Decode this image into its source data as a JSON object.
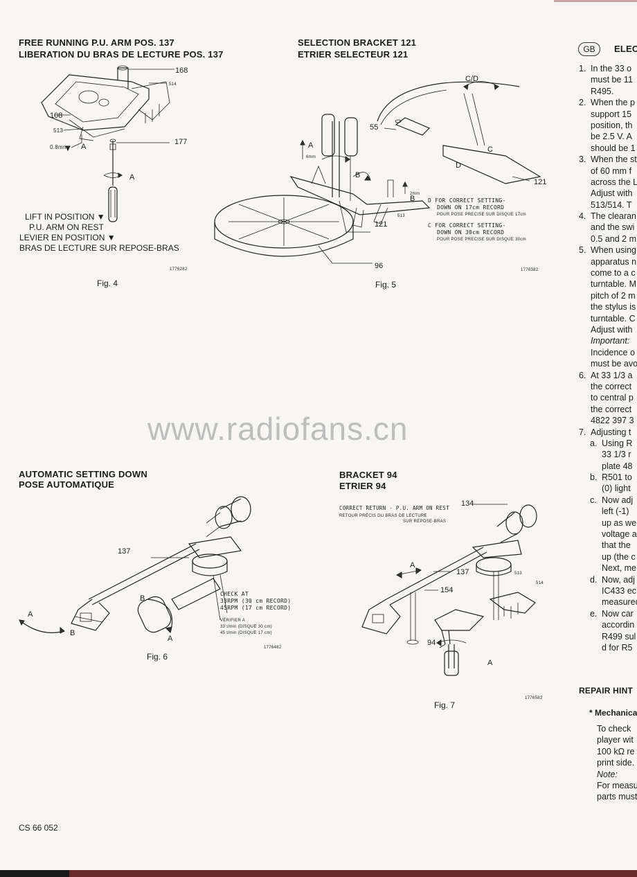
{
  "watermark": "www.radiofans.cn",
  "doc_code": "CS 66 052",
  "fig4": {
    "heading1": "FREE RUNNING P.U. ARM POS. 137",
    "heading2": "LIBERATION DU BRAS DE LECTURE POS. 137",
    "labels": {
      "l168": "168",
      "l514": "514",
      "l108": "108",
      "l513": "513",
      "l08": "0.8mm",
      "lA1": "A",
      "l177": "177",
      "lA2": "A"
    },
    "notes": [
      "LIFT IN POSITION ▼",
      "P.U. ARM ON REST",
      "LEVIER EN POSITION ▼",
      "BRAS DE LECTURE SUR REPOSE-BRAS"
    ],
    "code": "1776282",
    "caption": "Fig. 4"
  },
  "fig5": {
    "heading1": "SELECTION BRACKET 121",
    "heading2": "ETRIER SELECTEUR 121",
    "labels": {
      "cd": "C/D",
      "l55": "55",
      "lC": "C",
      "lD": "D",
      "l121a": "121",
      "lA": "A",
      "l6mm": "6mm",
      "lB1": "B",
      "l2mm": "2mm",
      "lB2": "B",
      "l513": "513",
      "l121b": "121",
      "l96": "96"
    },
    "noteD": [
      "D FOR CORRECT SETTING-",
      "DOWN ON 17cm RECORD",
      "POUR POSE PRECISE SUR DISQUE 17cm"
    ],
    "noteC": [
      "C FOR CORRECT SETTING-",
      "DOWN ON 30cm RECORD",
      "POUR POSE PRECISE SUR DISQUE 30cm"
    ],
    "code": "1776382",
    "caption": "Fig. 5"
  },
  "fig6": {
    "heading1": "AUTOMATIC SETTING DOWN",
    "heading2": "POSE AUTOMATIQUE",
    "labels": {
      "l137": "137",
      "lA1": "A",
      "lB1": "B",
      "lB2": "B",
      "lA2": "A"
    },
    "check": [
      "CHECK AT",
      "33RPM (30 cm RECORD)",
      "45RPM (17 cm RECORD)"
    ],
    "verify": [
      "VÉRIFIER A",
      "33 t/min (DISQUE 30 cm)",
      "45 t/min (DISQUE 17 cm)"
    ],
    "code": "1776482",
    "caption": "Fig. 6"
  },
  "fig7": {
    "heading1": "BRACKET 94",
    "heading2": "ETRIER 94",
    "labels": {
      "l134": "134",
      "l137": "137",
      "lA1": "A",
      "l154": "154",
      "l513": "513",
      "l514": "514",
      "l94": "94",
      "lA2": "A"
    },
    "note": [
      "CORRECT RETURN - P.U. ARM ON REST",
      "RETOUR PRÉCIS DU BRAS DE LECTURE",
      "SUR REPOSE-BRAS"
    ],
    "code": "1776582",
    "caption": "Fig. 7"
  },
  "right": {
    "gb": "GB",
    "title": "ELEC",
    "lines": [
      {
        "n": "1.",
        "t": "In the 33 o"
      },
      {
        "n": "",
        "t": "must be 11"
      },
      {
        "n": "",
        "t": "R495."
      },
      {
        "n": "2.",
        "t": "When the p"
      },
      {
        "n": "",
        "t": "support 15"
      },
      {
        "n": "",
        "t": "position, th"
      },
      {
        "n": "",
        "t": "be 2.5 V. A"
      },
      {
        "n": "",
        "t": "should be 1"
      },
      {
        "n": "3.",
        "t": "When the st"
      },
      {
        "n": "",
        "t": "of 60 mm f"
      },
      {
        "n": "",
        "t": "across the L"
      },
      {
        "n": "",
        "t": "Adjust with"
      },
      {
        "n": "",
        "t": "513/514. T"
      },
      {
        "n": "4.",
        "t": "The clearan"
      },
      {
        "n": "",
        "t": "and the swi"
      },
      {
        "n": "",
        "t": "0.5 and 2 m"
      },
      {
        "n": "5.",
        "t": "When using"
      },
      {
        "n": "",
        "t": "apparatus n"
      },
      {
        "n": "",
        "t": "come to a c"
      },
      {
        "n": "",
        "t": "turntable. M"
      },
      {
        "n": "",
        "t": "pitch of 2 m"
      },
      {
        "n": "",
        "t": "the stylus is"
      },
      {
        "n": "",
        "t": "turntable. C"
      },
      {
        "n": "",
        "t": "Adjust with"
      },
      {
        "n": "",
        "t": "Important:",
        "i": true
      },
      {
        "n": "",
        "t": "Incidence o"
      },
      {
        "n": "",
        "t": "must be avo"
      },
      {
        "n": "6.",
        "t": "At 33 1/3 a"
      },
      {
        "n": "",
        "t": "the correct"
      },
      {
        "n": "",
        "t": "to central p"
      },
      {
        "n": "",
        "t": "the correct"
      },
      {
        "n": "",
        "t": "4822 397 3"
      },
      {
        "n": "7.",
        "t": "Adjusting t"
      },
      {
        "n": "a.",
        "t": "Using R",
        "s": true
      },
      {
        "n": "",
        "t": "33 1/3 r",
        "s": true
      },
      {
        "n": "",
        "t": "plate 48",
        "s": true
      },
      {
        "n": "b.",
        "t": "R501 to",
        "s": true
      },
      {
        "n": "",
        "t": "(0) light",
        "s": true
      },
      {
        "n": "c.",
        "t": "Now adj",
        "s": true
      },
      {
        "n": "",
        "t": "left (-1)",
        "s": true
      },
      {
        "n": "",
        "t": "up as we",
        "s": true
      },
      {
        "n": "",
        "t": "voltage a",
        "s": true
      },
      {
        "n": "",
        "t": "that the",
        "s": true
      },
      {
        "n": "",
        "t": "up (the c",
        "s": true
      },
      {
        "n": "",
        "t": "Next, me",
        "s": true
      },
      {
        "n": "d.",
        "t": "Now, adj",
        "s": true
      },
      {
        "n": "",
        "t": "IC433 ec",
        "s": true
      },
      {
        "n": "",
        "t": "measured",
        "s": true
      },
      {
        "n": "e.",
        "t": "Now car",
        "s": true
      },
      {
        "n": "",
        "t": "accordin",
        "s": true
      },
      {
        "n": "",
        "t": "R499 sul",
        "s": true
      },
      {
        "n": "",
        "t": "d for R5",
        "s": true
      }
    ],
    "repair": "REPAIR HINT",
    "mech": "* Mechanica",
    "mech_lines": [
      {
        "t": "To check"
      },
      {
        "t": "player wit"
      },
      {
        "t": "100 kΩ re"
      },
      {
        "t": "print side."
      },
      {
        "t": "Note:",
        "i": true
      },
      {
        "t": "For measu"
      },
      {
        "t": "parts must"
      }
    ]
  }
}
